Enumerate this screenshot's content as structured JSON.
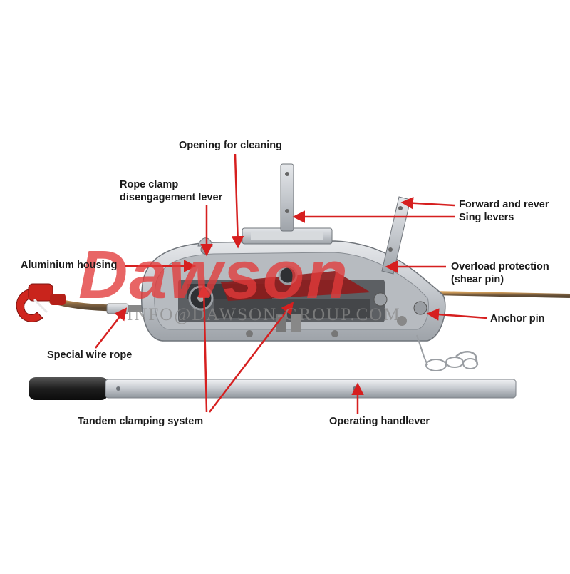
{
  "labels": {
    "opening_for_cleaning": "Opening for cleaning",
    "rope_clamp_line1": "Rope clamp",
    "rope_clamp_line2": "disengagement lever",
    "forward_line1": "Forward and rever",
    "forward_line2": "Sing levers",
    "aluminium_housing": "Aluminium housing",
    "overload_line1": "Overload protection",
    "overload_line2": "(shear pin)",
    "anchor_pin": "Anchor pin",
    "special_wire_rope": "Special wire rope",
    "tandem_clamping_system": "Tandem clamping system",
    "operating_handlever": "Operating handlever"
  },
  "watermark": {
    "logo_text": "Dawson",
    "email": "INFO@DAWSON-GROUP.COM"
  },
  "colors": {
    "arrow": "#d61f1f",
    "hook": "#d0261e",
    "aluminium": "#c9cdd2",
    "watermark_red": "#e23b3b"
  }
}
